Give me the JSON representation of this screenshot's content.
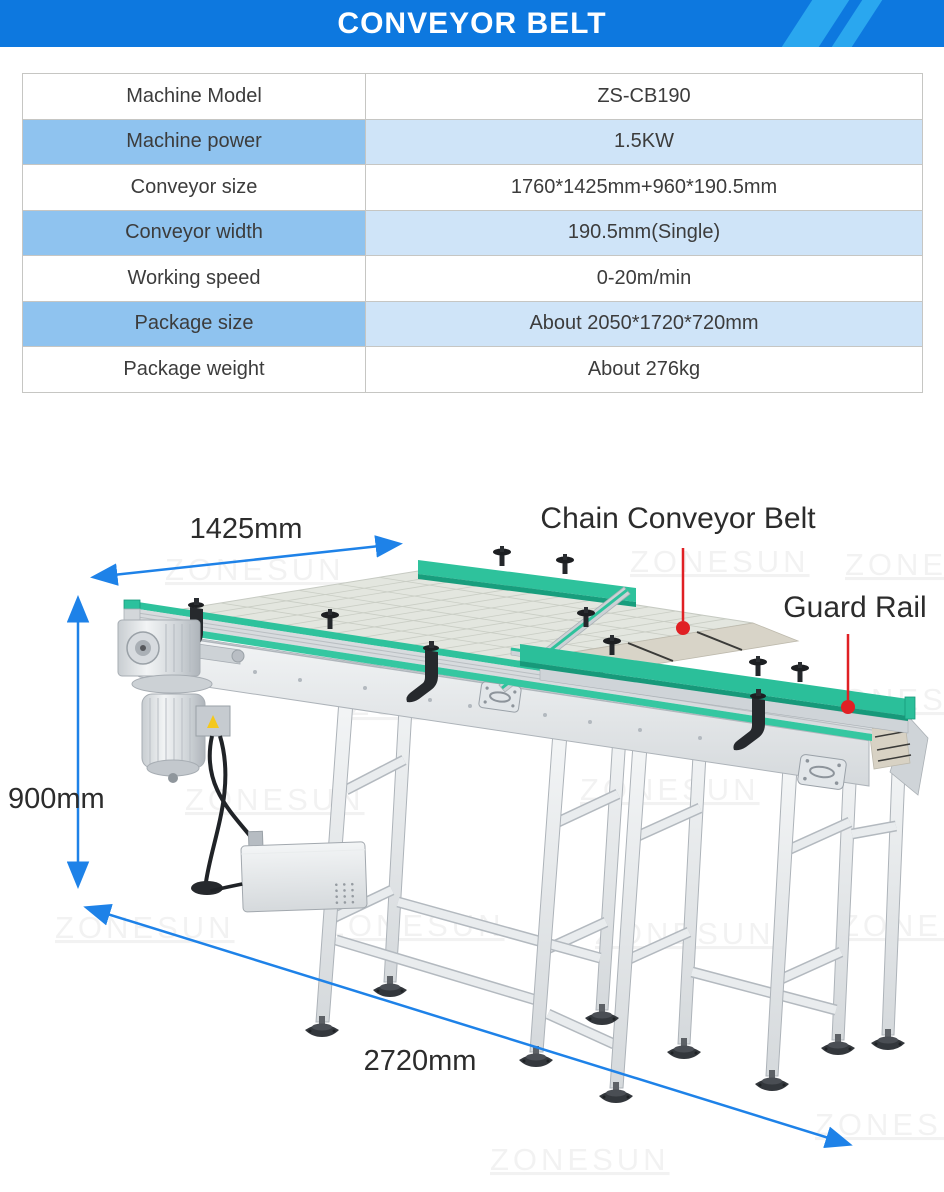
{
  "header": {
    "title": "CONVEYOR BELT"
  },
  "spec_table": {
    "rows": [
      {
        "label": "Machine Model",
        "value": "ZS-CB190"
      },
      {
        "label": "Machine power",
        "value": "1.5KW"
      },
      {
        "label": "Conveyor size",
        "value": "1760*1425mm+960*190.5mm"
      },
      {
        "label": "Conveyor width",
        "value": "190.5mm(Single)"
      },
      {
        "label": "Working speed",
        "value": "0-20m/min"
      },
      {
        "label": "Package size",
        "value": "About 2050*1720*720mm"
      },
      {
        "label": "Package weight",
        "value": "About 276kg"
      }
    ]
  },
  "diagram": {
    "dimensions": {
      "width": "1425mm",
      "height": "900mm",
      "length": "2720mm"
    },
    "callouts": {
      "chain": "Chain Conveyor Belt",
      "guard": "Guard Rail"
    },
    "watermark": "ZONESUN",
    "colors": {
      "header_blue": "#0d78df",
      "header_stripe": "#2aa7ef",
      "table_label_blue": "#8fc3ef",
      "table_value_blue": "#cfe4f8",
      "dimension_arrow_blue": "#1e82e8",
      "callout_red": "#e02024",
      "guard_rail_green": "#2cc19d"
    }
  }
}
